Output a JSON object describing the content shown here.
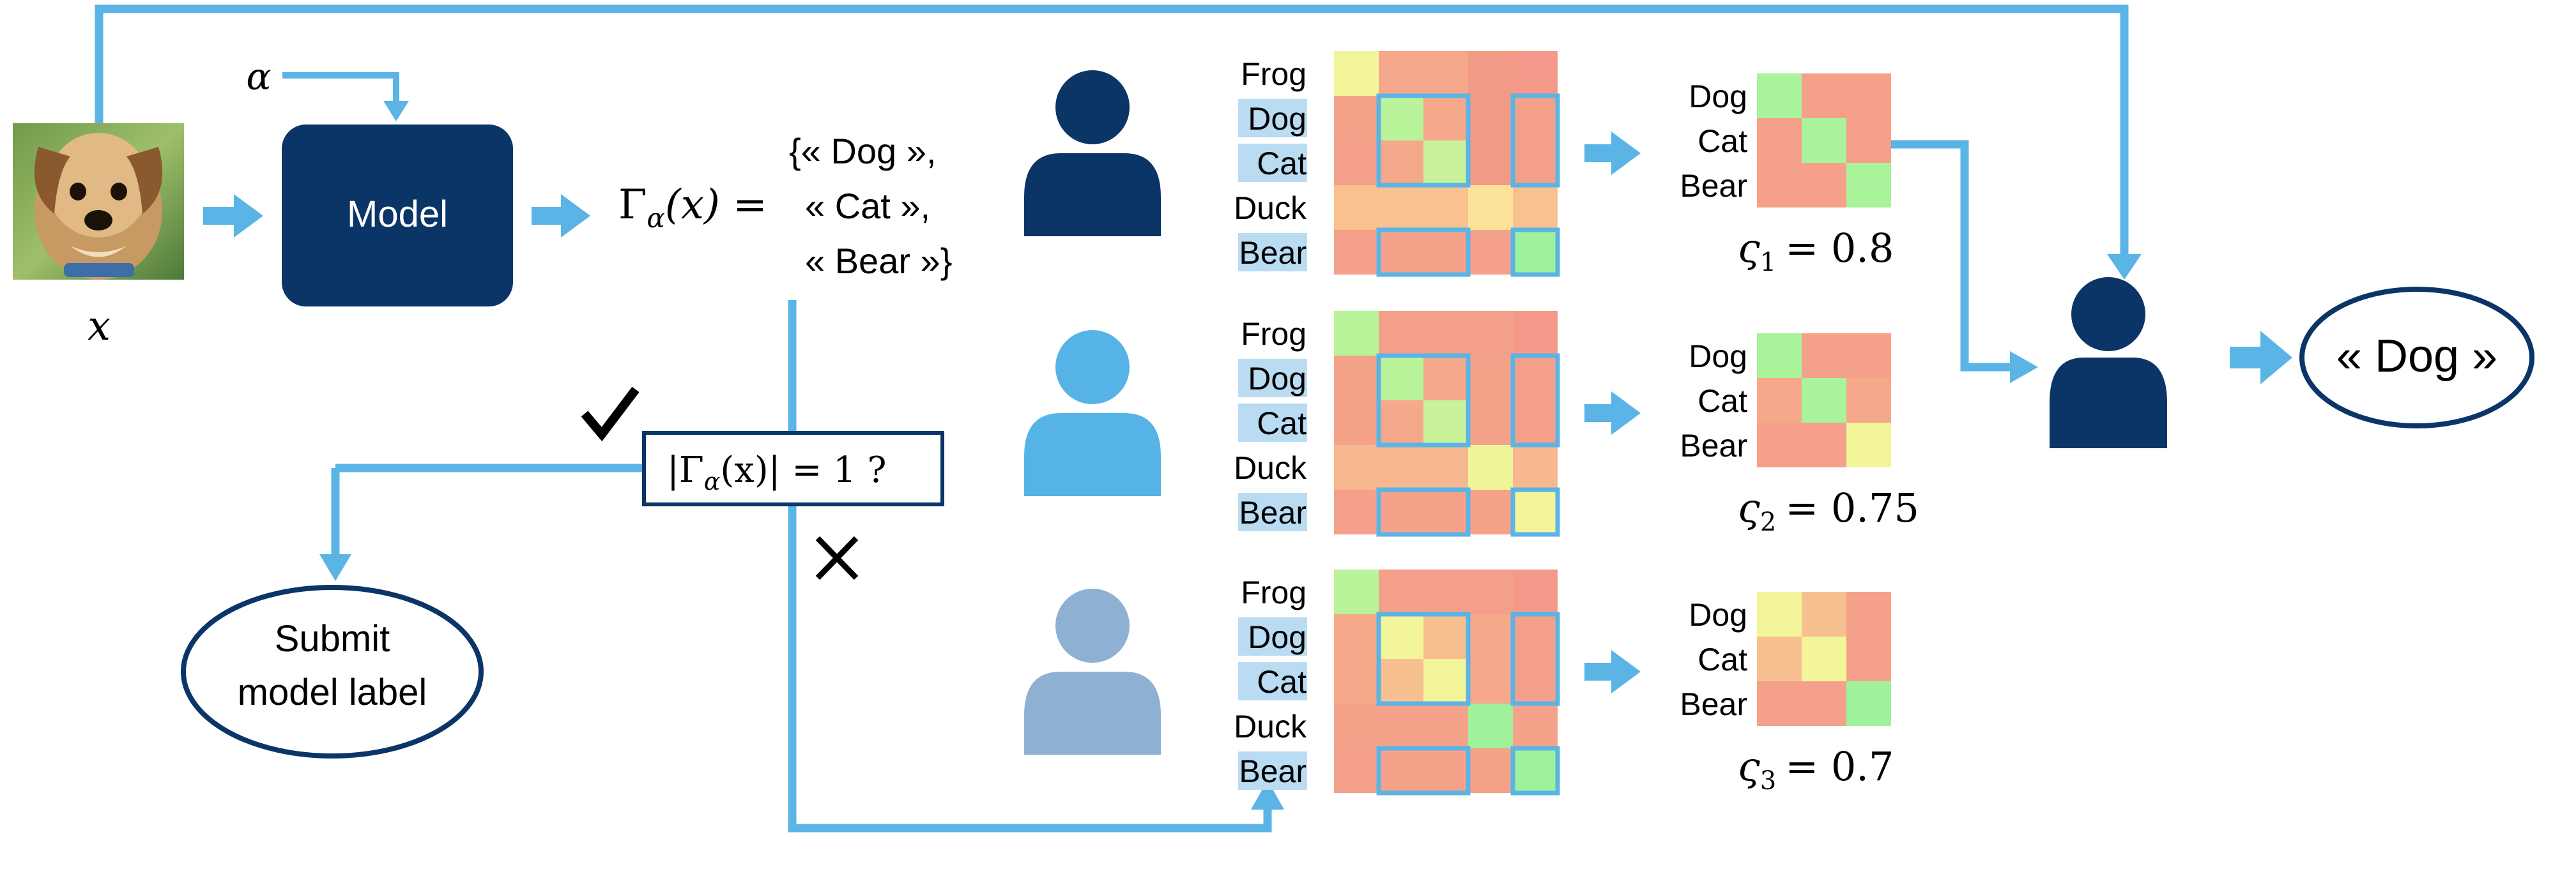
{
  "colors": {
    "light_blue": "#5ab4e5",
    "navy": "#0b3567",
    "mid_blue": "#56b3e6",
    "grey_blue": "#8eb1d3",
    "highlight": "#b9dcf2",
    "check": "#000000"
  },
  "input": {
    "image_icon": "dog-photo",
    "x_label": "x",
    "alpha_label": "α"
  },
  "model": {
    "label": "Model"
  },
  "prediction_set": {
    "lhs_gamma": "Γ",
    "lhs_sub": "α",
    "lhs_paren": "(x) =",
    "line1": "{« Dog »,",
    "line2": "« Cat »,",
    "line3": "« Bear »}"
  },
  "check": {
    "question": "|Γ",
    "question_sub": "α",
    "question_rest": "(x)| = 1 ?",
    "yes_icon": "checkmark-icon",
    "no_icon": "cross-icon"
  },
  "submit": {
    "line1": "Submit",
    "line2": "model label"
  },
  "annotators": [
    {
      "icon": "person-icon",
      "labels": [
        "Frog",
        "Dog",
        "Cat",
        "Duck",
        "Bear"
      ],
      "highlighted": [
        "Dog",
        "Cat",
        "Bear"
      ],
      "matrix_labels": [
        "Dog",
        "Cat",
        "Bear"
      ],
      "score_sym": "ς",
      "score_sub": "1",
      "score_val": "= 0.8"
    },
    {
      "icon": "person-icon",
      "labels": [
        "Frog",
        "Dog",
        "Cat",
        "Duck",
        "Bear"
      ],
      "highlighted": [
        "Dog",
        "Cat",
        "Bear"
      ],
      "matrix_labels": [
        "Dog",
        "Cat",
        "Bear"
      ],
      "score_sym": "ς",
      "score_sub": "2",
      "score_val": "= 0.75"
    },
    {
      "icon": "person-icon",
      "labels": [
        "Frog",
        "Dog",
        "Cat",
        "Duck",
        "Bear"
      ],
      "highlighted": [
        "Dog",
        "Cat",
        "Bear"
      ],
      "matrix_labels": [
        "Dog",
        "Cat",
        "Bear"
      ],
      "score_sym": "ς",
      "score_sub": "3",
      "score_val": "= 0.7"
    }
  ],
  "aggregator": {
    "icon": "person-icon"
  },
  "output": {
    "label": "« Dog »"
  }
}
